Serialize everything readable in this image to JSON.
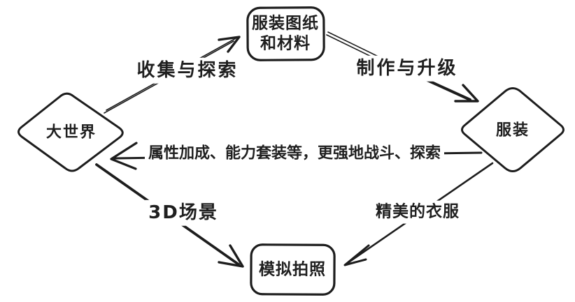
{
  "diagram": {
    "type": "flowchart",
    "colors": {
      "background": "#ffffff",
      "stroke": "#1d1d1d",
      "text": "#1f1f1f"
    },
    "nodes": [
      {
        "id": "world",
        "label": "大世界",
        "shape": "diamond"
      },
      {
        "id": "blueprint",
        "label": "服装图纸和材料",
        "label_lines": [
          "服装图纸",
          "和材料"
        ],
        "shape": "rounded-rectangle"
      },
      {
        "id": "clothing",
        "label": "服装",
        "shape": "diamond"
      },
      {
        "id": "photo",
        "label": "模拟拍照",
        "shape": "rounded-rectangle"
      }
    ],
    "edges": [
      {
        "from": "大世界",
        "to": "服装图纸和材料",
        "label": "收集与探索",
        "line_style": "double"
      },
      {
        "from": "服装图纸和材料",
        "to": "服装",
        "label": "制作与升级",
        "line_style": "double"
      },
      {
        "from": "服装",
        "to": "大世界",
        "label": "属性加成、能力套装等，更强地战斗、探索",
        "line_style": "single"
      },
      {
        "from": "大世界",
        "to": "模拟拍照",
        "label": "3D场景",
        "line_style": "single"
      },
      {
        "from": "服装",
        "to": "模拟拍照",
        "label": "精美的衣服",
        "line_style": "single"
      }
    ]
  }
}
